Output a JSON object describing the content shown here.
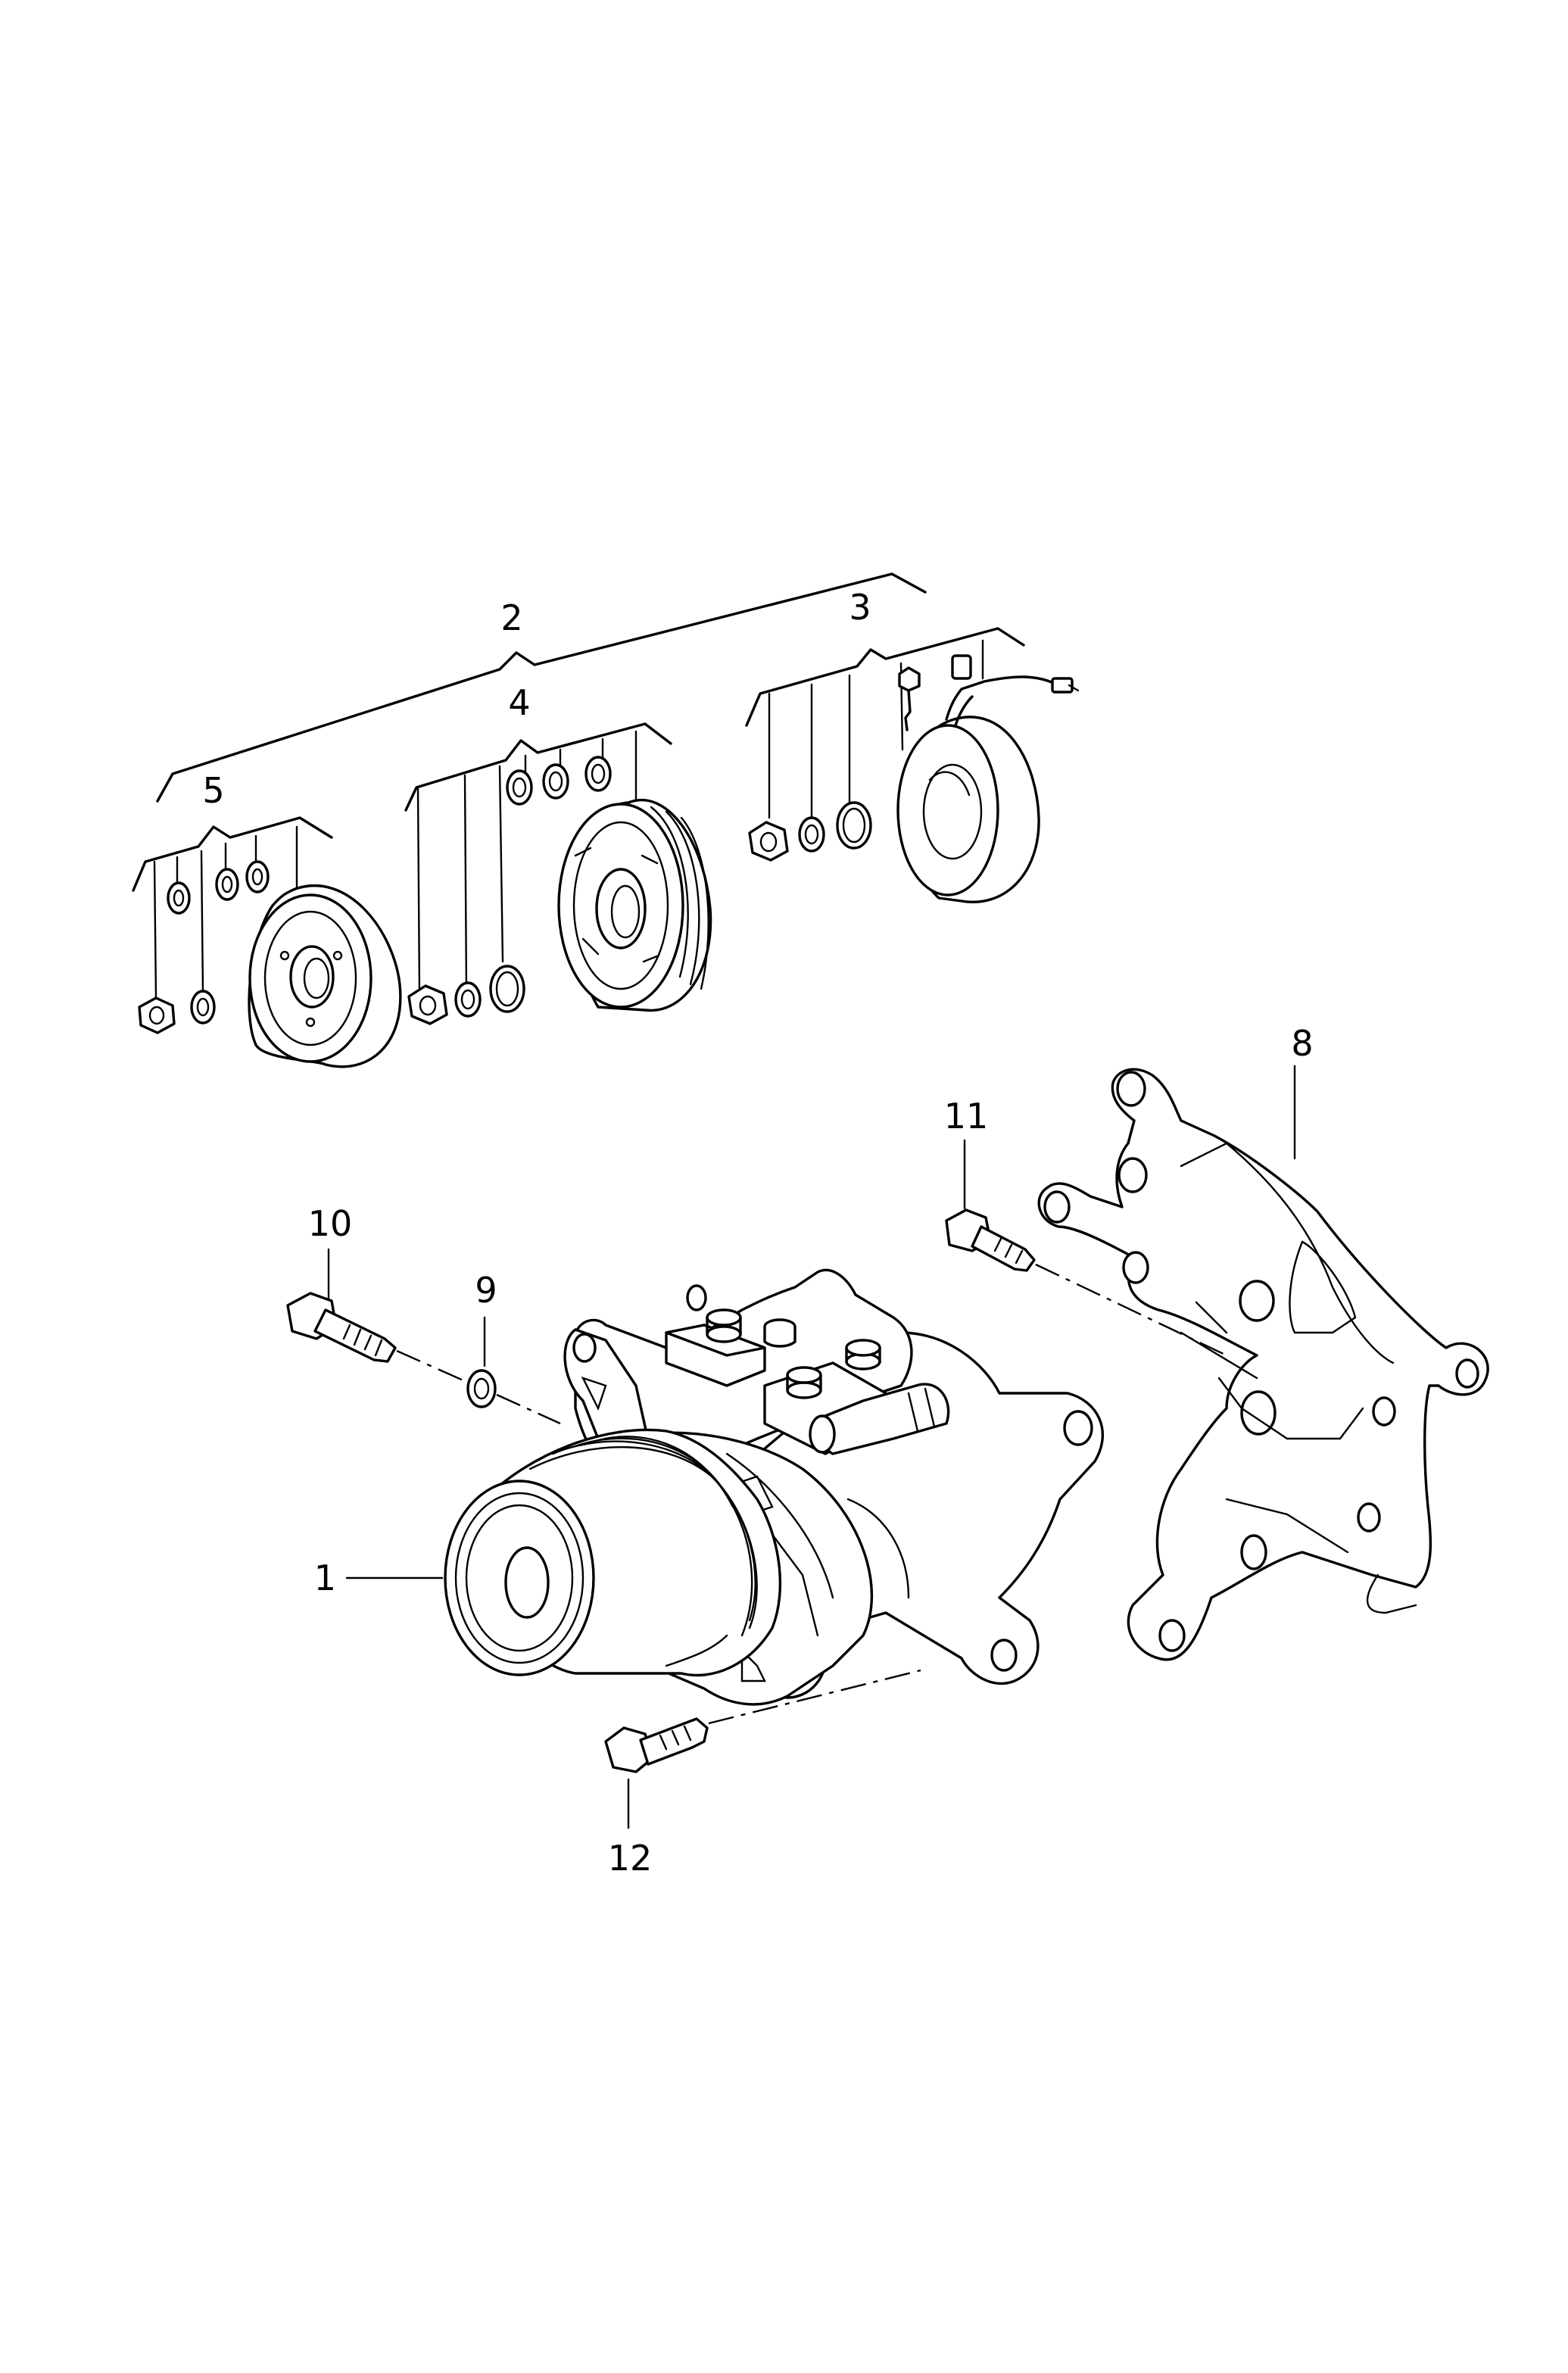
{
  "callouts": [
    {
      "id": "label-1",
      "text": "1"
    },
    {
      "id": "label-2",
      "text": "2"
    },
    {
      "id": "label-3",
      "text": "3"
    },
    {
      "id": "label-4",
      "text": "4"
    },
    {
      "id": "label-5",
      "text": "5"
    },
    {
      "id": "label-8",
      "text": "8"
    },
    {
      "id": "label-9",
      "text": "9"
    },
    {
      "id": "label-10",
      "text": "10"
    },
    {
      "id": "label-11",
      "text": "11"
    },
    {
      "id": "label-12",
      "text": "12"
    }
  ]
}
